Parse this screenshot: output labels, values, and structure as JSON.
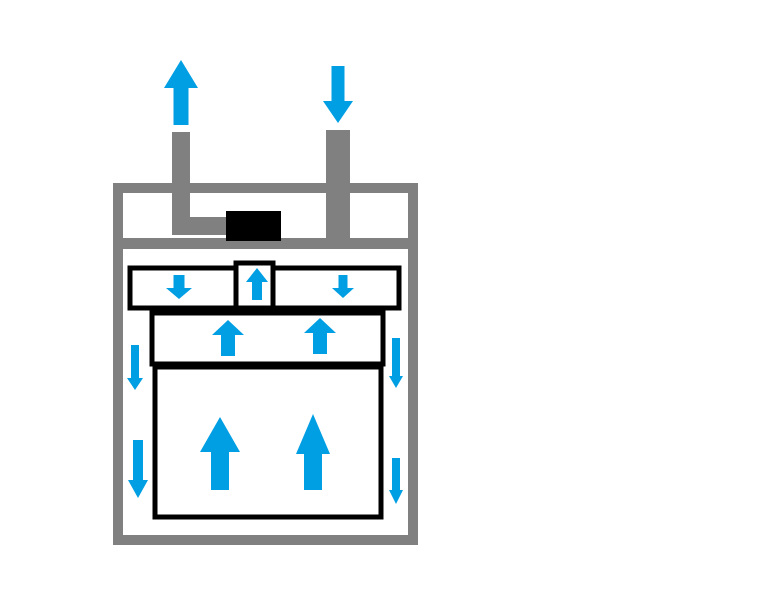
{
  "diagram": {
    "colors": {
      "background": "#ffffff",
      "casing": "#808080",
      "frame": "#000000",
      "fan": "#000000",
      "arrow": "#009fe3"
    },
    "arrows": {
      "exhaust": "up",
      "intake": "down",
      "fan_outlet": "up",
      "plenum_left": "down",
      "plenum_right": "down",
      "filter_left": "up",
      "filter_right": "up",
      "chamber_left": "up",
      "chamber_right": "up",
      "side_left_upper": "down",
      "side_left_lower": "down",
      "side_right_upper": "down",
      "side_right_lower": "down"
    }
  }
}
